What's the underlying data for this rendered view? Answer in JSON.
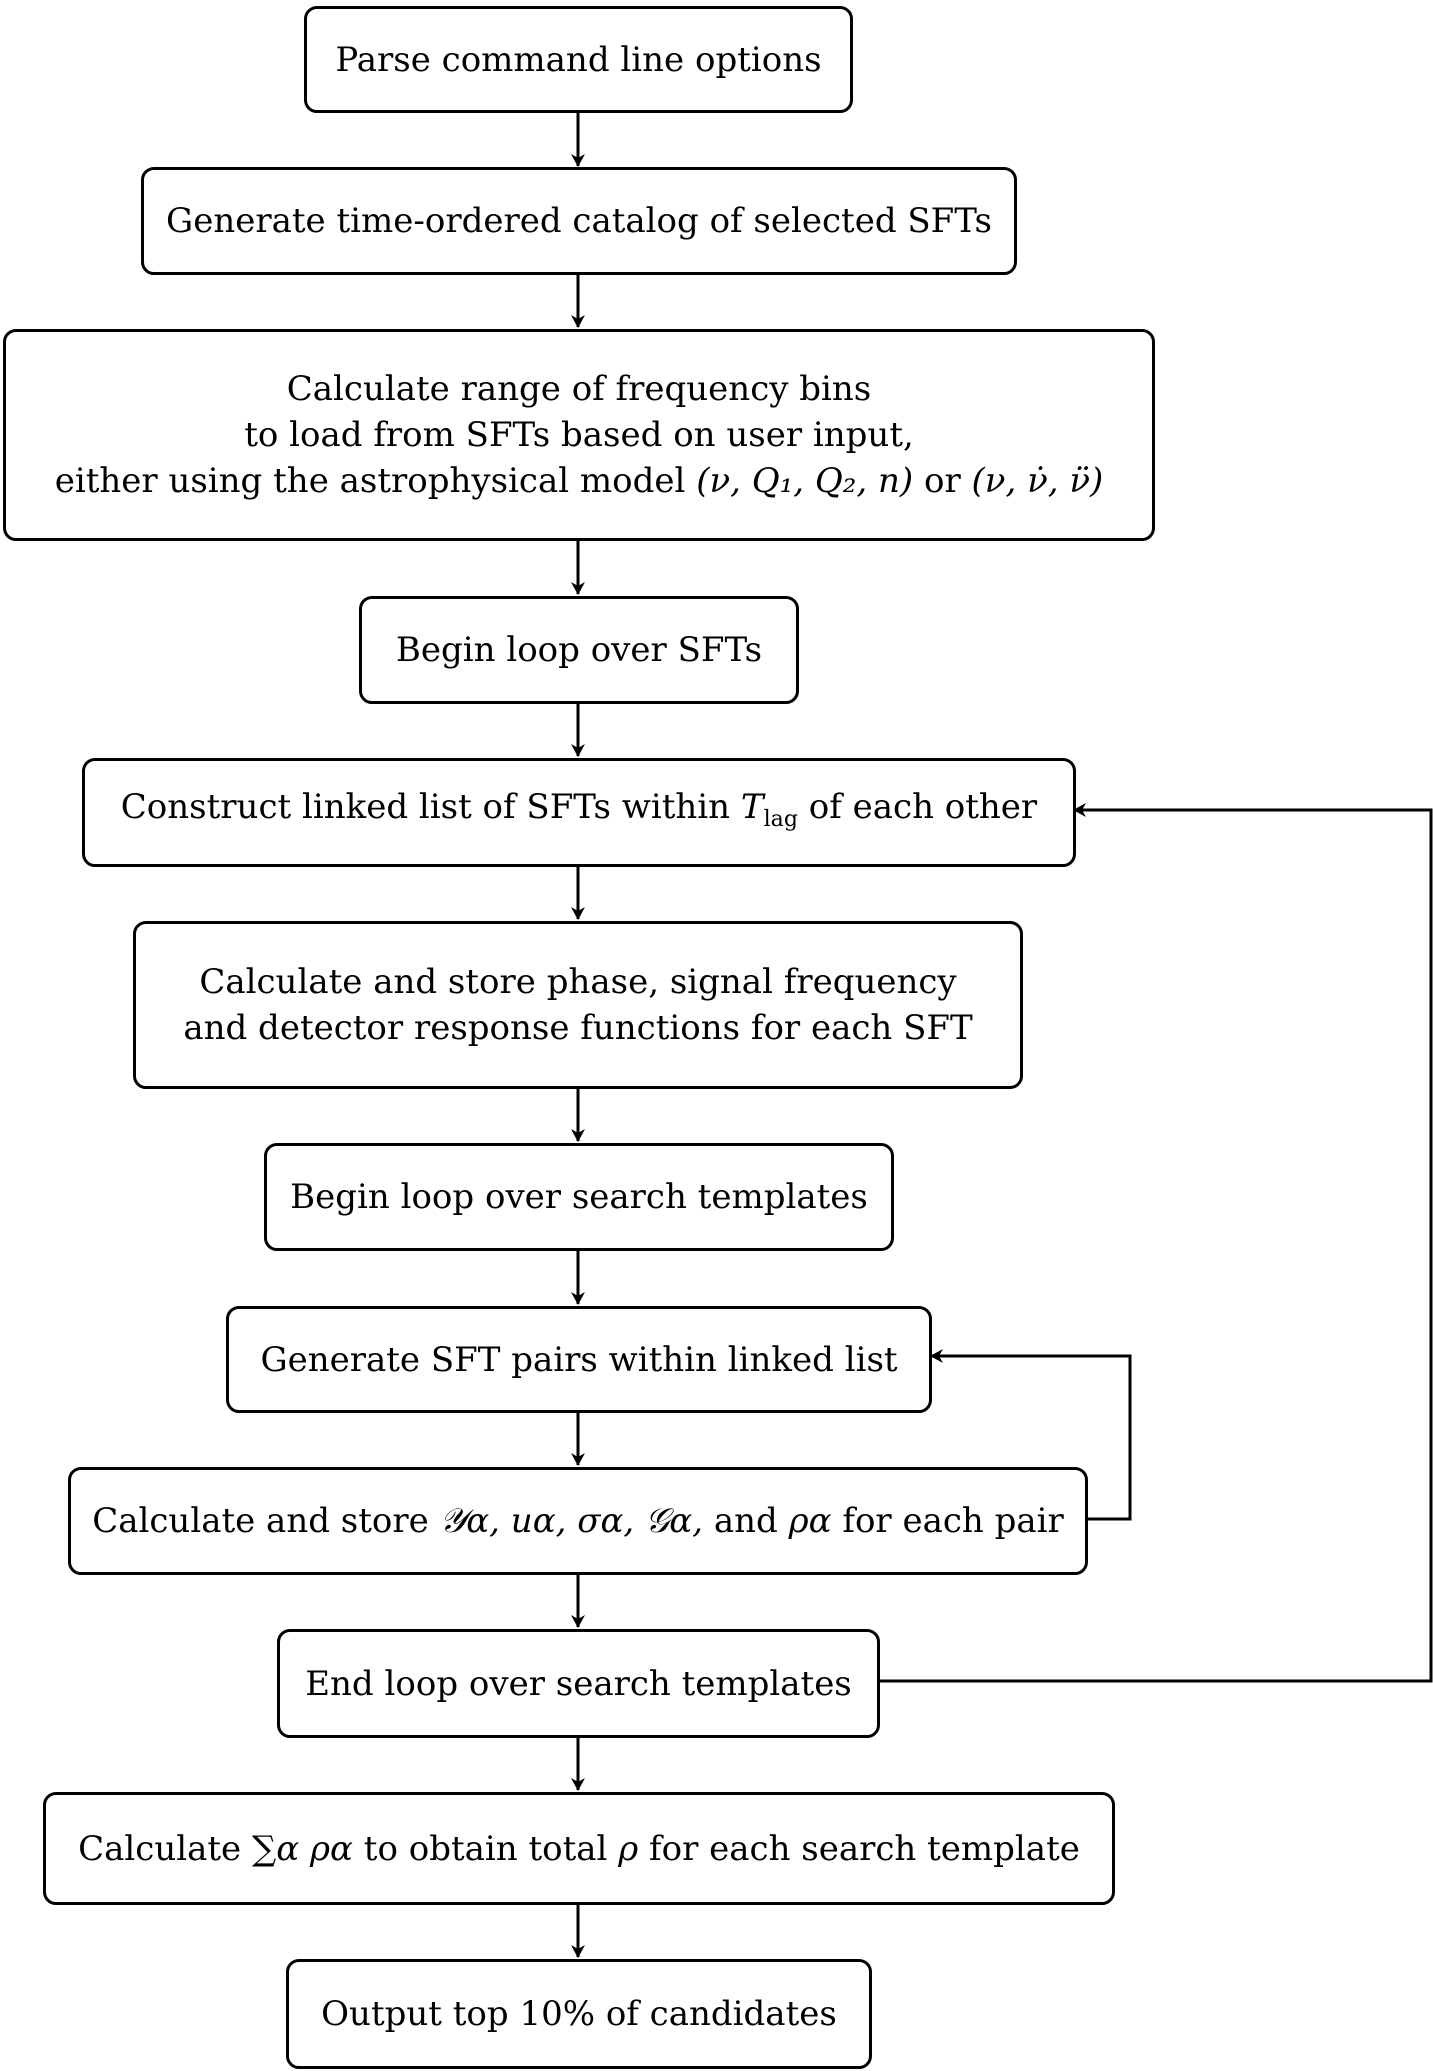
{
  "steps": {
    "parse": "Parse command line options",
    "catalog": "Generate time-ordered catalog of selected SFTs",
    "range": {
      "line1": "Calculate range of frequency bins",
      "line2": "to load from SFTs based on user input,",
      "line3_prefix": "either using the astrophysical model",
      "line3_model": "(ν, Q₁, Q₂, n)",
      "line3_or": "or",
      "line3_derivs": "(ν, ν̇, ν̈)"
    },
    "loop_sfts": "Begin loop over SFTs",
    "linked_list": {
      "prefix": "Construct linked list of SFTs within",
      "symbol": "T",
      "subscript": "lag",
      "suffix": "of each other"
    },
    "phase": {
      "line1": "Calculate and store phase, signal frequency",
      "line2": "and detector response functions for each SFT"
    },
    "loop_templates": "Begin loop over search templates",
    "pairs": "Generate SFT pairs within linked list",
    "store": {
      "prefix": "Calculate and store",
      "symbols": "𝒴α, uα, σα, 𝒢α,",
      "and": "and",
      "rho": "ρα",
      "suffix": "for each pair"
    },
    "end_loop": "End loop over search templates",
    "total": {
      "prefix": "Calculate",
      "sum": "∑α ρα",
      "mid": "to obtain total",
      "rho": "ρ",
      "suffix": "for each search template"
    },
    "output": "Output top 10% of candidates"
  }
}
